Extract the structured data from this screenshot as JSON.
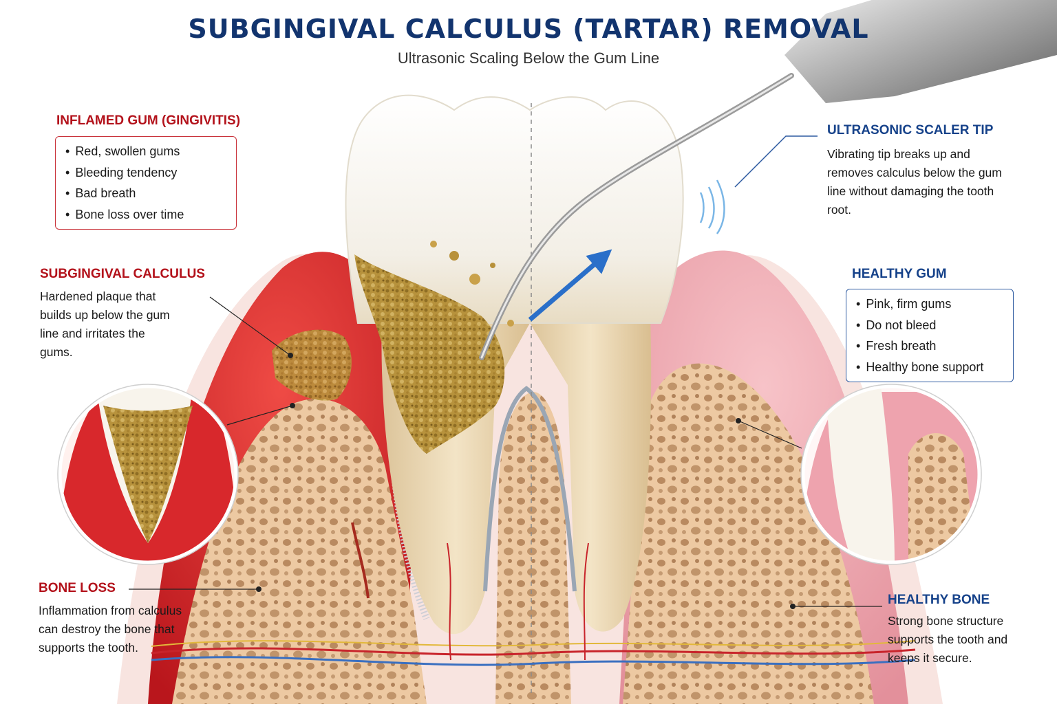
{
  "title": "SUBGINGIVAL CALCULUS (TARTAR) REMOVAL",
  "subtitle": "Ultrasonic Scaling Below the Gum Line",
  "inflamed_gum": {
    "heading": "INFLAMED GUM (GINGIVITIS)",
    "items": [
      "Red, swollen gums",
      "Bleeding tendency",
      "Bad breath",
      "Bone loss over time"
    ]
  },
  "subgingival_calculus": {
    "heading": "SUBGINGIVAL CALCULUS",
    "description": "Hardened plaque that builds up below the gum line and irritates the gums."
  },
  "bone_loss": {
    "heading": "BONE LOSS",
    "description": "Inflammation from calculus can destroy the bone that supports the tooth."
  },
  "scaler_tip": {
    "heading": "ULTRASONIC SCALER TIP",
    "description": "Vibrating tip breaks up and removes calculus below the gum line without damaging the tooth root."
  },
  "healthy_gum": {
    "heading": "HEALTHY GUM",
    "items": [
      "Pink, firm gums",
      "Do not bleed",
      "Fresh breath",
      "Healthy bone support"
    ]
  },
  "healthy_bone": {
    "heading": "HEALTHY BONE",
    "description": "Strong bone structure supports the tooth and keeps it secure."
  },
  "colors": {
    "title_blue": "#12346e",
    "alert_red": "#b3121b",
    "inflamed_gum": "#d8282c",
    "healthy_gum": "#eea3ae",
    "bone": "#edc9a2",
    "calculus": "#b7923c",
    "enamel": "#f8f5ef"
  }
}
